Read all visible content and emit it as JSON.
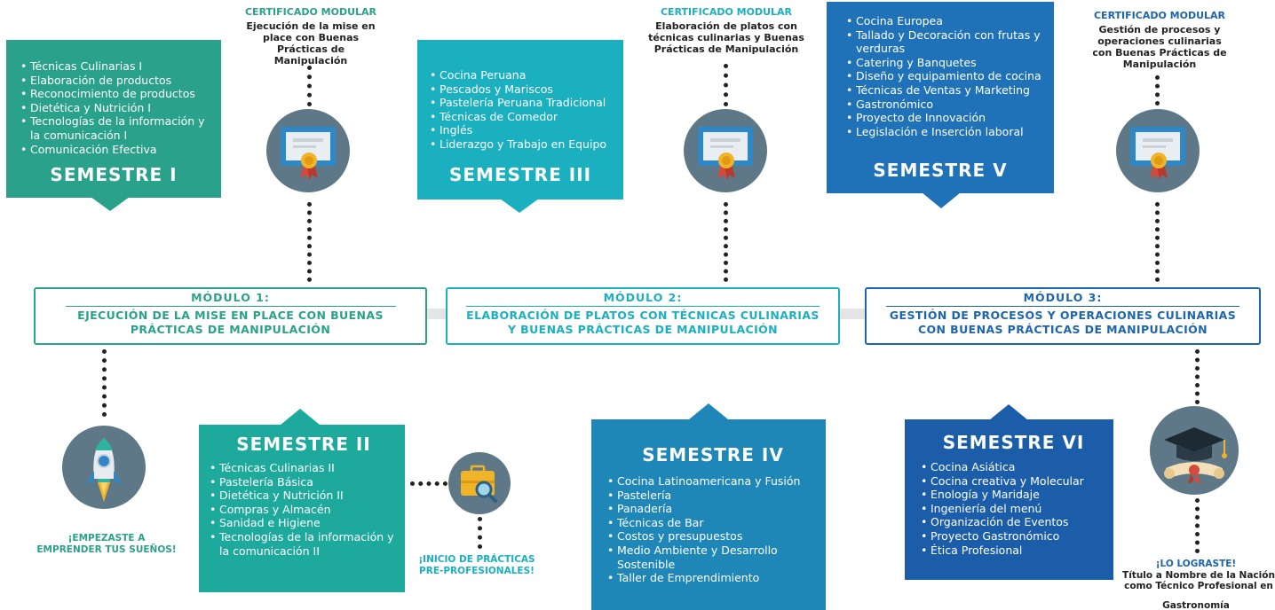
{
  "semesters": {
    "s1": {
      "title": "SEMESTRE I",
      "items": [
        "Técnicas Culinarias I",
        "Elaboración de productos",
        "Reconocimiento de productos",
        "Dietética y Nutrición I",
        "Tecnologías de la información y la comunicación I",
        "Comunicación Efectiva"
      ]
    },
    "s2": {
      "title": "SEMESTRE II",
      "items": [
        "Técnicas Culinarias II",
        "Pastelería Básica",
        "Dietética y Nutrición II",
        "Compras y Almacén",
        "Sanidad e Higiene",
        "Tecnologías de la información y la comunicación II"
      ]
    },
    "s3": {
      "title": "SEMESTRE III",
      "items": [
        "Cocina Peruana",
        "Pescados y Mariscos",
        "Pastelería Peruana Tradicional",
        "Técnicas de Comedor",
        "Inglés",
        "Liderazgo y Trabajo en Equipo"
      ]
    },
    "s4": {
      "title": "SEMESTRE IV",
      "items": [
        "Cocina Latinoamericana y Fusión",
        "Pastelería",
        "Panadería",
        "Técnicas de Bar",
        "Costos y presupuestos",
        "Medio Ambiente y Desarrollo Sostenible",
        "Taller de Emprendimiento"
      ]
    },
    "s5": {
      "title": "SEMESTRE V",
      "items": [
        "Cocina Europea",
        "Tallado y Decoración con frutas y verduras",
        "Catering y Banquetes",
        "Diseño y equipamiento de cocina",
        "Técnicas de Ventas y Marketing",
        "Gastronómico",
        "Proyecto de Innovación",
        "Legislación e Inserción laboral"
      ]
    },
    "s6": {
      "title": "SEMESTRE VI",
      "items": [
        "Cocina Asiática",
        "Cocina creativa y Molecular",
        "Enología y Maridaje",
        "Ingeniería del menú",
        "Organización de Eventos",
        "Proyecto Gastronómico",
        "Ética Profesional"
      ]
    }
  },
  "modules": {
    "m1": {
      "title": "MÓDULO 1:",
      "body": "EJECUCIÓN DE LA MISE EN PLACE CON BUENAS PRÁCTICAS DE MANIPULACIÓN"
    },
    "m2": {
      "title": "MÓDULO 2:",
      "body": "ELABORACIÓN DE PLATOS CON TÉCNICAS CULINARIAS Y BUENAS PRÁCTICAS DE MANIPULACIÓN"
    },
    "m3": {
      "title": "MÓDULO 3:",
      "body": "GESTIÓN DE PROCESOS Y OPERACIONES CULINARIAS CON BUENAS PRÁCTICAS DE MANIPULACIÓN"
    }
  },
  "certificates": {
    "c1": {
      "head": "CERTIFICADO MODULAR",
      "body": "Ejecución de la mise en place con Buenas Prácticas de Manipulación"
    },
    "c2": {
      "head": "CERTIFICADO MODULAR",
      "body": "Elaboración de platos con técnicas culinarias y Buenas Prácticas de Manipulación"
    },
    "c3": {
      "head": "CERTIFICADO MODULAR",
      "body": "Gestión de procesos y operaciones culinarias con Buenas Prácticas de Manipulación"
    }
  },
  "milestones": {
    "start": "¡EMPEZASTE A EMPRENDER TUS SUEÑOS!",
    "practice": "¡INICIO DE PRÁCTICAS PRE-PROFESIONALES!",
    "end_head": "¡LO LOGRASTE!",
    "end_body": "Título a Nombre de la Nación como Técnico Profesional en",
    "end_field": "Gastronomía"
  },
  "colors": {
    "green": "#2aa18a",
    "teal": "#1bb0c0",
    "teal2": "#19a3b3",
    "blue": "#1f86b8",
    "navy": "#1d66ae",
    "navy2": "#1b5da8"
  },
  "icons": [
    "rocket-icon",
    "diploma-icon",
    "briefcase-search-icon",
    "graduation-cap-icon"
  ]
}
